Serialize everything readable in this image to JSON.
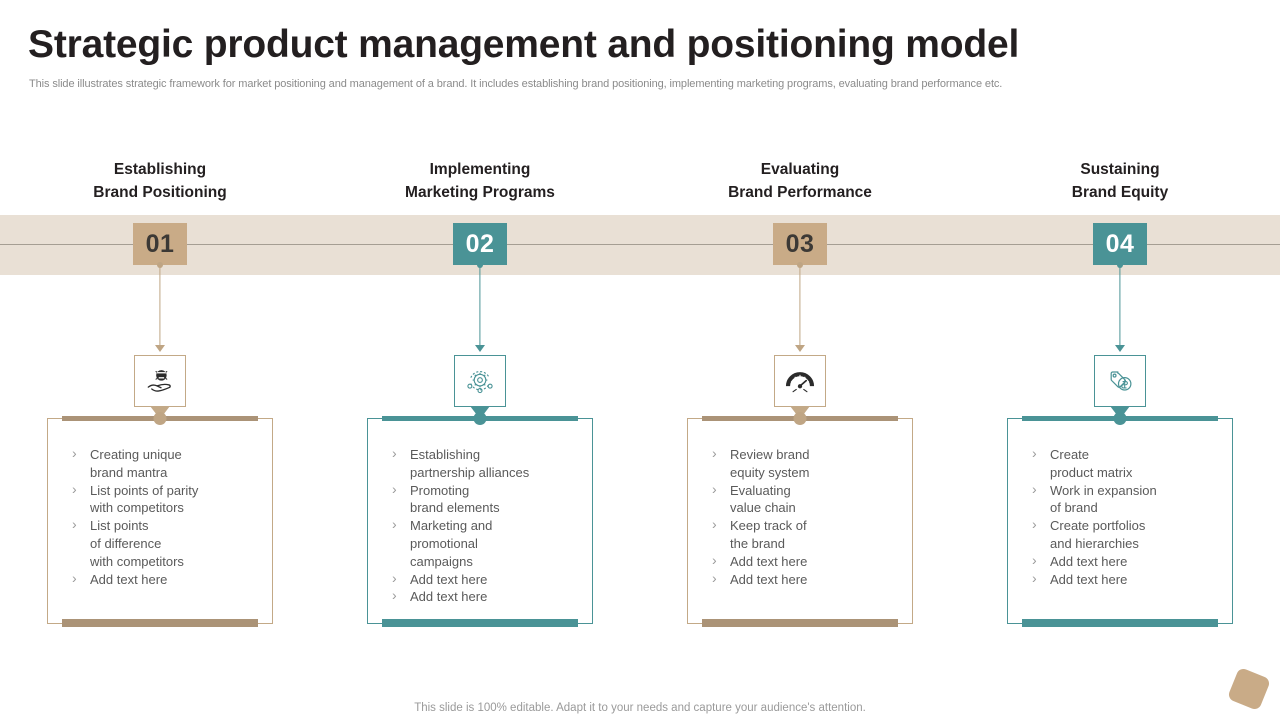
{
  "slide": {
    "title": "Strategic product management and positioning model",
    "subtitle": "This slide illustrates strategic framework for market positioning and management of a brand. It includes establishing brand positioning, implementing marketing programs, evaluating brand performance etc.",
    "footer_note": "This slide is 100% editable. Adapt it to your needs and capture your audience's attention."
  },
  "theme": {
    "tan": "#c9ab87",
    "teal": "#4a9396",
    "band": "#e9e0d5",
    "text_dark": "#231f20",
    "text_body": "#5a5a5a",
    "text_muted": "#9a9a9a"
  },
  "columns": [
    {
      "number": "01",
      "heading": "Establishing\nBrand Positioning",
      "heading_line1": "Establishing",
      "heading_line2": "Brand Positioning",
      "accent": "tan",
      "icon": "hand-holding-badge-icon",
      "bullets": [
        "Creating unique\nbrand mantra",
        "List points of parity\nwith competitors",
        "List points\nof difference\nwith competitors",
        "Add text here"
      ]
    },
    {
      "number": "02",
      "heading": "Implementing\nMarketing Programs",
      "heading_line1": "Implementing",
      "heading_line2": "Marketing Programs",
      "accent": "teal",
      "icon": "network-gear-icon",
      "bullets": [
        "Establishing\npartnership alliances",
        "Promoting\nbrand elements",
        "Marketing  and\npromotional\ncampaigns",
        "Add text here",
        "Add text here"
      ]
    },
    {
      "number": "03",
      "heading": "Evaluating\nBrand Performance",
      "heading_line1": "Evaluating",
      "heading_line2": "Brand Performance",
      "accent": "tan",
      "icon": "speedometer-gauge-icon",
      "bullets": [
        "Review brand\nequity system",
        "Evaluating\nvalue chain",
        "Keep track of\nthe brand",
        "Add text here",
        "Add text here"
      ]
    },
    {
      "number": "04",
      "heading": "Sustaining\nBrand Equity",
      "heading_line1": "Sustaining",
      "heading_line2": "Brand Equity",
      "accent": "teal",
      "icon": "price-tag-coin-icon",
      "bullets": [
        "Create\nproduct matrix",
        "Work in expansion\nof brand",
        "Create portfolios\nand hierarchies",
        "Add text here",
        "Add text here"
      ]
    }
  ]
}
